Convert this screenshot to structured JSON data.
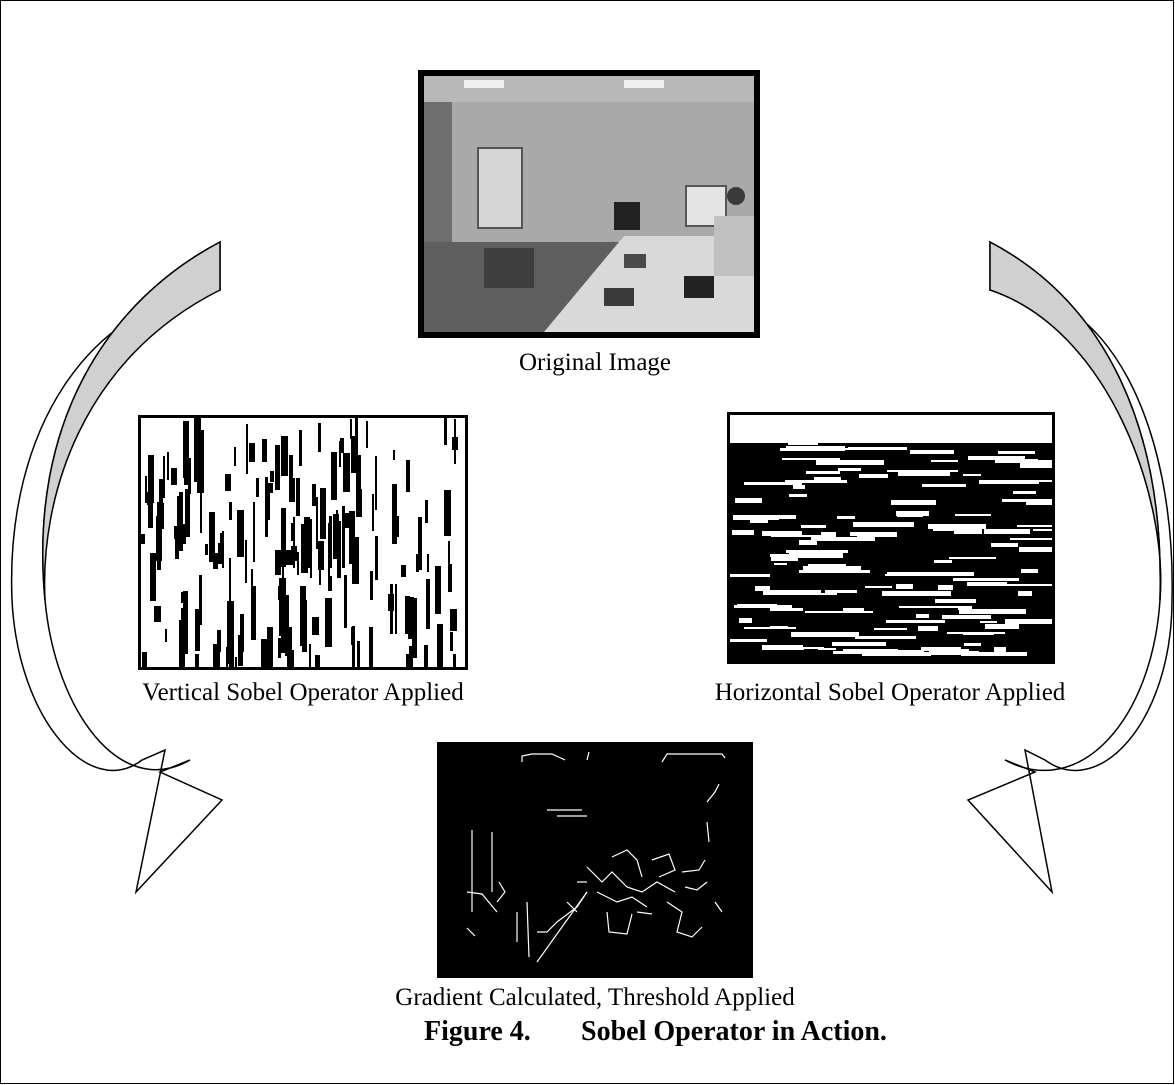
{
  "panels": {
    "original": {
      "caption": "Original Image"
    },
    "vertical": {
      "caption": "Vertical Sobel Operator Applied"
    },
    "horizontal": {
      "caption": "Horizontal Sobel Operator Applied"
    },
    "gradient": {
      "caption": "Gradient Calculated, Threshold Applied"
    }
  },
  "figure": {
    "number": "Figure 4.",
    "title": "Sobel Operator in Action."
  },
  "colors": {
    "arrow_fill": "#d0d0d0",
    "edge_background": "#000000",
    "edge_line": "#ffffff"
  }
}
